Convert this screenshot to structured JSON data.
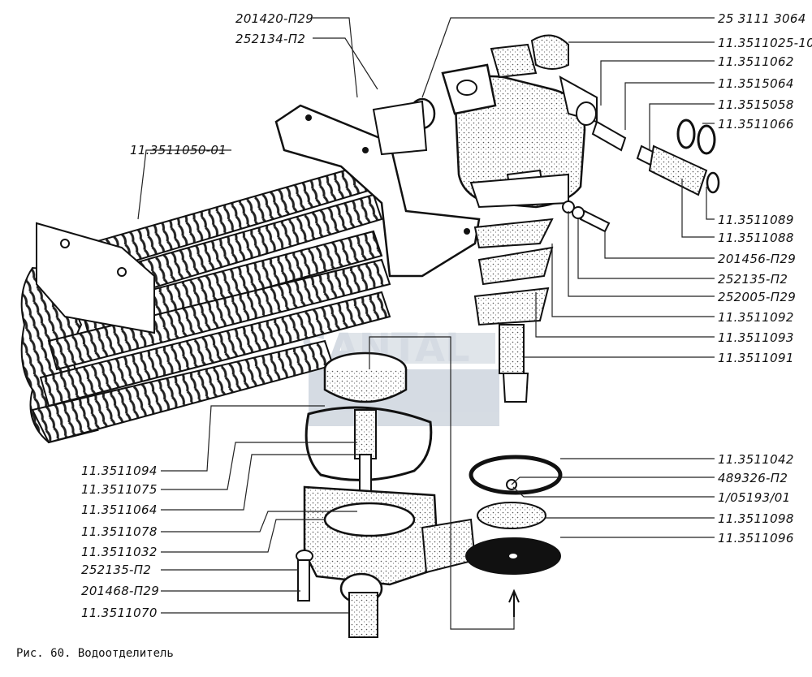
{
  "figure": {
    "caption": "Рис. 60. Водоотделитель"
  },
  "labels": {
    "top_left": [
      "201420-П29",
      "252134-П2"
    ],
    "coil": "11.3511050-01",
    "right": [
      "25 3111 3064",
      "11.3511025-10",
      "11.3511062",
      "11.3515064",
      "11.3515058",
      "11.3511066",
      "11.3511089",
      "11.3511088",
      "201456-П29",
      "252135-П2",
      "252005-П29",
      "11.3511092",
      "11.3511093",
      "11.3511091",
      "11.3511042",
      "489326-П2",
      "1/05193/01",
      "11.3511098",
      "11.3511096"
    ],
    "left": [
      "11.3511094",
      "11.3511075",
      "11.3511064",
      "11.3511078",
      "11.3511032",
      "252135-П2",
      "201468-П29",
      "11.3511070"
    ]
  },
  "watermark": "SANTAL"
}
